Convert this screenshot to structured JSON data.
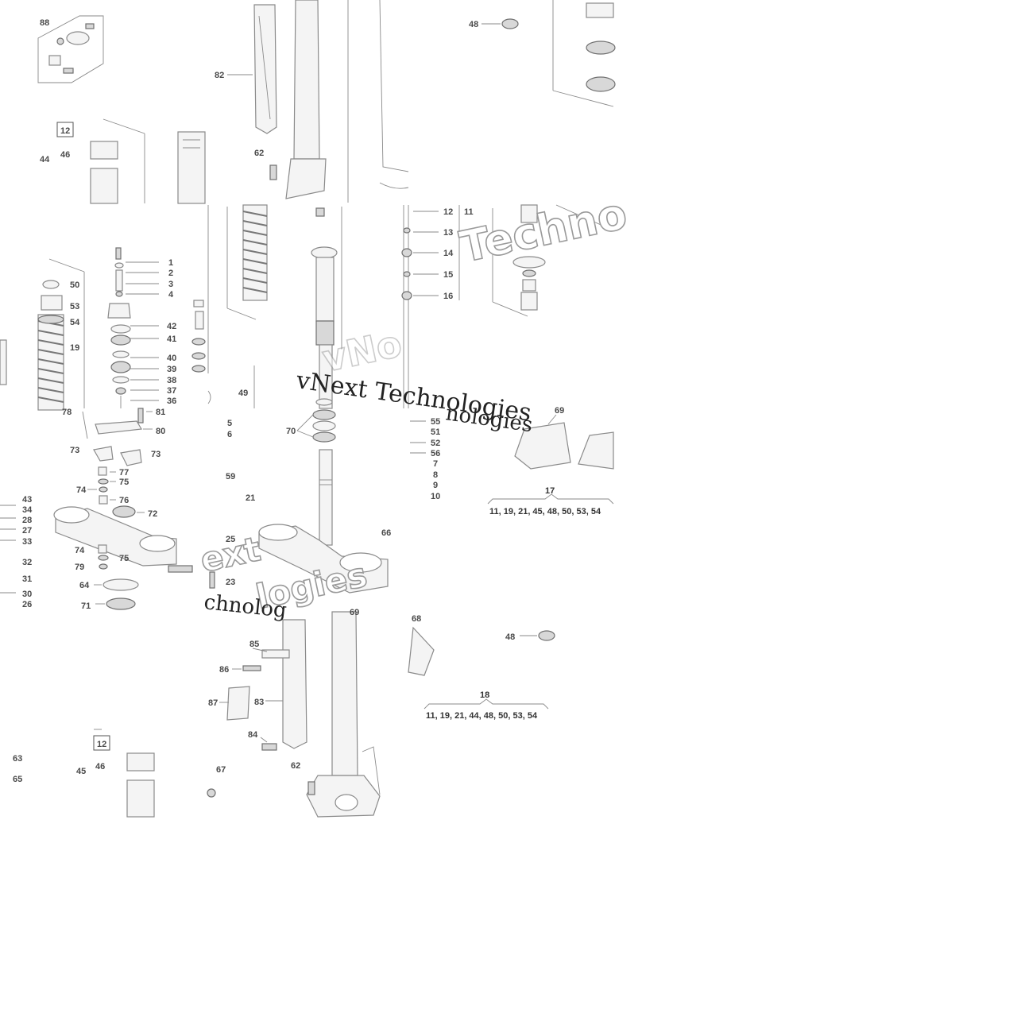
{
  "callouts": {
    "n88": "88",
    "n82": "82",
    "n62a": "62",
    "n48a": "48",
    "n12a": "12",
    "n44a": "44",
    "n46a": "46",
    "n1": "1",
    "n2": "2",
    "n3": "3",
    "n4": "4",
    "n42": "42",
    "n41": "41",
    "n40": "40",
    "n39": "39",
    "n38": "38",
    "n37": "37",
    "n36": "36",
    "n50": "50",
    "n53": "53",
    "n54": "54",
    "n19": "19",
    "n49": "49",
    "n5": "5",
    "n6": "6",
    "n78": "78",
    "n81": "81",
    "n80": "80",
    "n73a": "73",
    "n73b": "73",
    "n77": "77",
    "n74a": "74",
    "n75a": "75",
    "n76": "76",
    "n72": "72",
    "n43": "43",
    "n34": "34",
    "n28": "28",
    "n27": "27",
    "n33": "33",
    "n74b": "74",
    "n75b": "75",
    "n79": "79",
    "n32": "32",
    "n31": "31",
    "n30": "30",
    "n26": "26",
    "n64": "64",
    "n71": "71",
    "n70": "70",
    "n59": "59",
    "n21": "21",
    "n25": "25",
    "n23": "23",
    "n66": "66",
    "n12b": "12",
    "n11": "11",
    "n13": "13",
    "n14": "14",
    "n15": "15",
    "n16": "16",
    "n55": "55",
    "n51": "51",
    "n52": "52",
    "n56": "56",
    "n7": "7",
    "n8": "8",
    "n9": "9",
    "n10": "10",
    "n69a": "69",
    "n17": "17",
    "n85": "85",
    "n86": "86",
    "n87": "87",
    "n83": "83",
    "n84": "84",
    "n62b": "62",
    "n67": "67",
    "n63": "63",
    "n65": "65",
    "n12c": "12",
    "n45": "45",
    "n46b": "46",
    "n68": "68",
    "n48b": "48",
    "n18": "18",
    "n69b": "69"
  },
  "kits": {
    "kit17_list": "11, 19, 21, 45, 48, 50, 53, 54",
    "kit18_list": "11, 19, 21, 44, 48, 50, 53, 54"
  },
  "watermarks": {
    "center_serif": "vNext Technologies",
    "center_serif_b": "nologies",
    "right_outline": "Techno",
    "ghost_upper": "vNo",
    "lower_outline_a": "ext",
    "lower_outline_b": "logies",
    "lower_serif": "chnolog"
  }
}
